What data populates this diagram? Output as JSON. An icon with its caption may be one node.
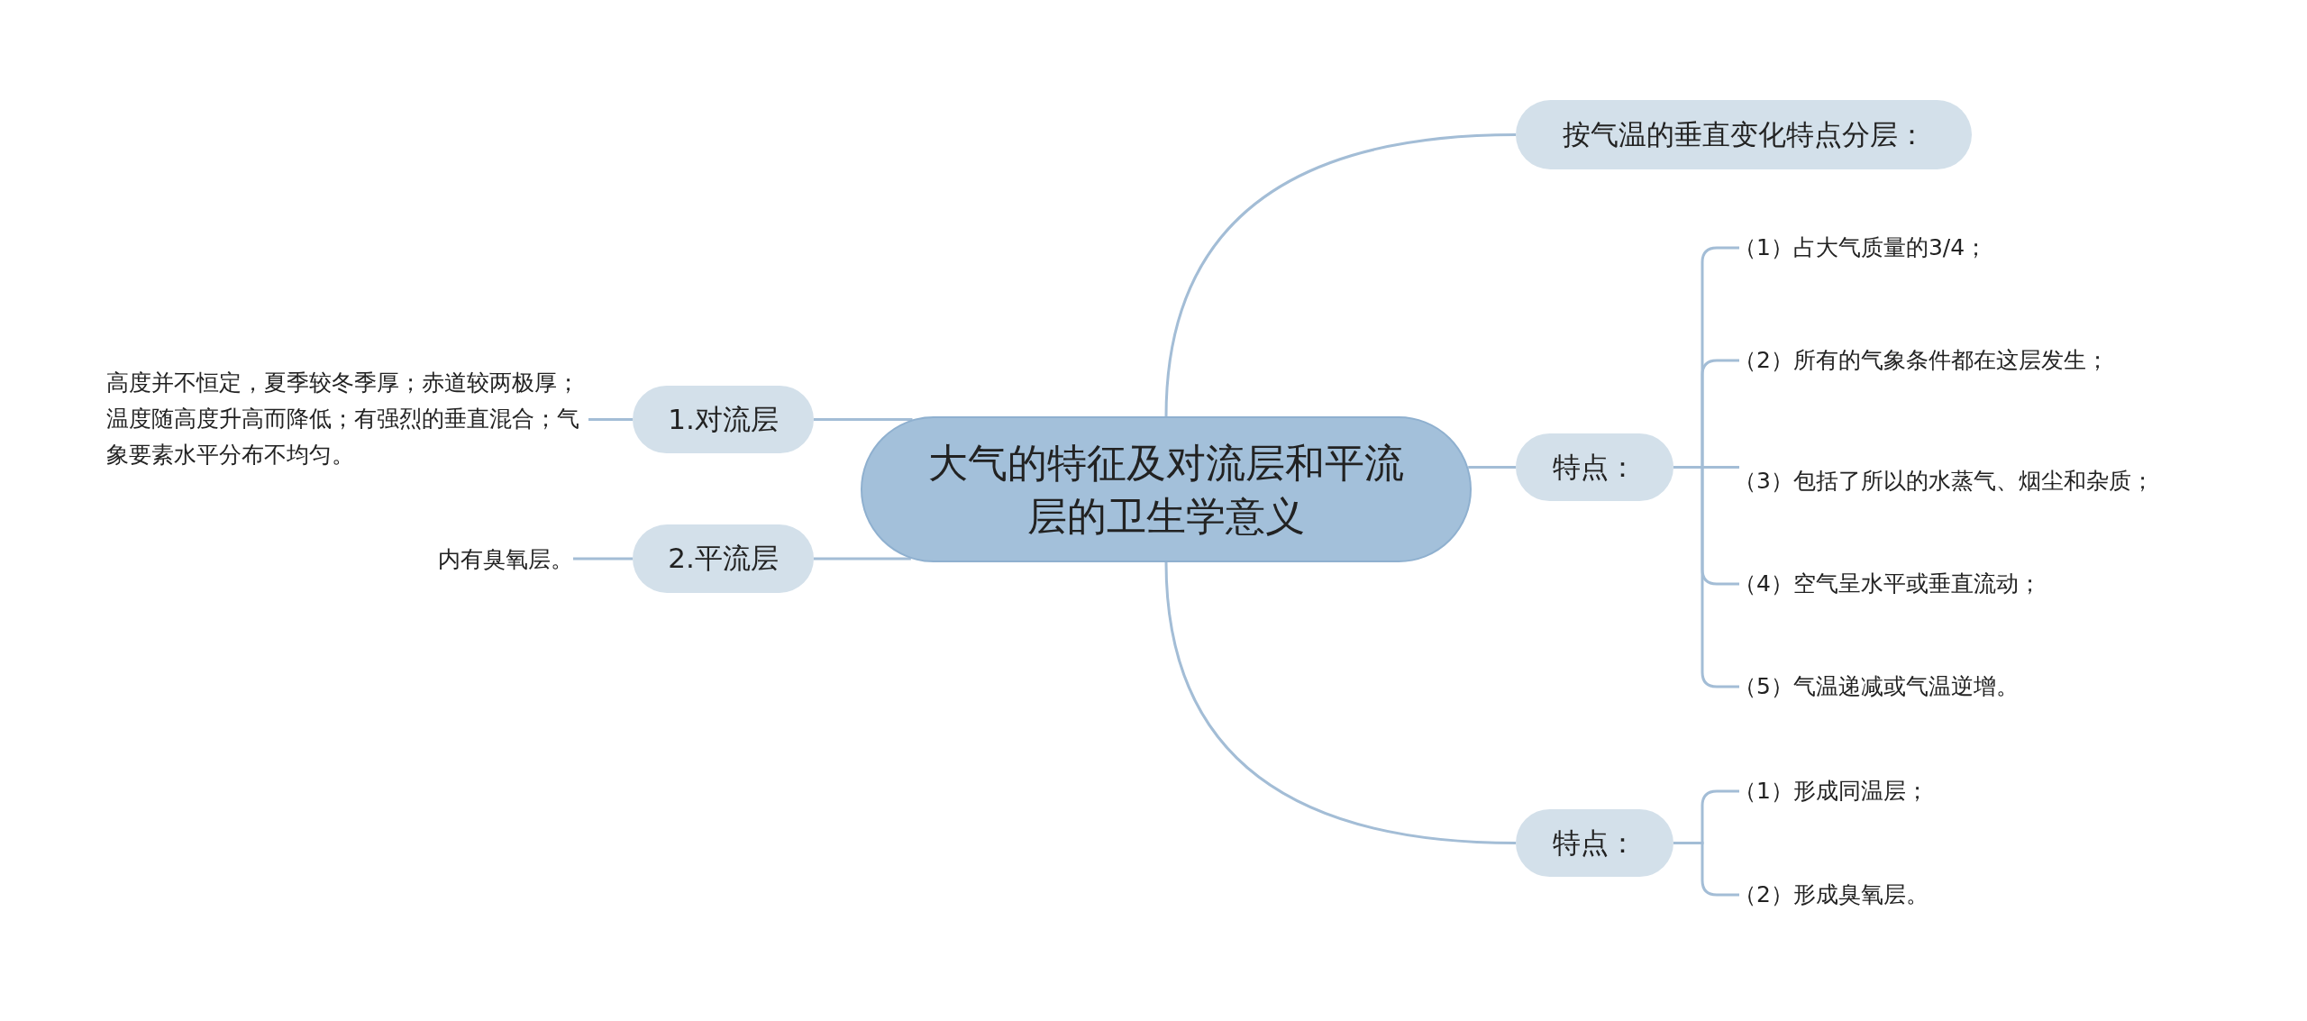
{
  "diagram": {
    "nodes": [
      {
        "text": [
          "大气的特征及对流层和平流层的卫生学意义"
        ]
      },
      {
        "text": [
          "1.对流层"
        ]
      },
      {
        "text": [
          "2.平流层"
        ]
      },
      {
        "text": [
          "高度并不恒定，夏季较冬季厚；赤道较两极厚；温度随高度升高而降低；有强烈的垂直混合；气象要素水平分布不均匀。"
        ]
      },
      {
        "text": [
          "内有臭氧层。"
        ]
      },
      {
        "text": [
          "按气温的垂直变化特点分层："
        ]
      },
      {
        "text": [
          "特点："
        ]
      },
      {
        "text": [
          "（1）占大气质量的3/4；"
        ]
      },
      {
        "text": [
          "（2）所有的气象条件都在这层发生；"
        ]
      },
      {
        "text": [
          "（3）包括了所以的水蒸气、烟尘和杂质；"
        ]
      },
      {
        "text": [
          "（4）空气呈水平或垂直流动；"
        ]
      },
      {
        "text": [
          "（5）气温递减或气温逆增。"
        ]
      },
      {
        "text": [
          "特点："
        ]
      },
      {
        "text": [
          "（1）形成同温层；"
        ]
      },
      {
        "text": [
          "（2）形成臭氧层。"
        ]
      }
    ],
    "edges": [
      {
        "from": 0,
        "to": 1,
        "arrow": "none"
      },
      {
        "from": 1,
        "to": 3,
        "arrow": "none"
      },
      {
        "from": 0,
        "to": 2,
        "arrow": "none"
      },
      {
        "from": 2,
        "to": 4,
        "arrow": "none"
      },
      {
        "from": 0,
        "to": 5,
        "arrow": "none"
      },
      {
        "from": 0,
        "to": 6,
        "arrow": "none"
      },
      {
        "from": 6,
        "to": 7,
        "arrow": "none"
      },
      {
        "from": 6,
        "to": 8,
        "arrow": "none"
      },
      {
        "from": 6,
        "to": 9,
        "arrow": "none"
      },
      {
        "from": 6,
        "to": 10,
        "arrow": "none"
      },
      {
        "from": 6,
        "to": 11,
        "arrow": "none"
      },
      {
        "from": 0,
        "to": 12,
        "arrow": "none"
      },
      {
        "from": 12,
        "to": 13,
        "arrow": "none"
      },
      {
        "from": 12,
        "to": 14,
        "arrow": "none"
      }
    ]
  }
}
